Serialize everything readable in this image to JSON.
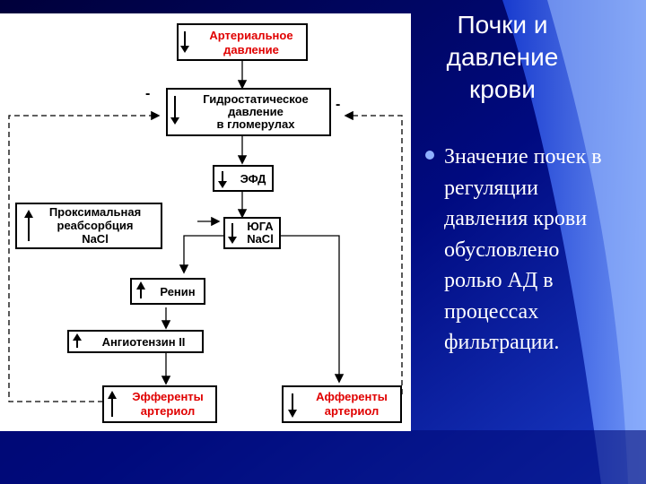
{
  "slide": {
    "title_lines": [
      "Почки и",
      "давление",
      "крови"
    ],
    "bullet_lines": [
      "Значение почек в",
      "регуляции",
      "давления крови",
      "обусловлено",
      "ролью АД в",
      "процессах",
      "фильтрации."
    ]
  },
  "diagram": {
    "nodes": {
      "arterial_pressure": {
        "direction": "down",
        "lines": [
          "Артериальное",
          "давление"
        ],
        "color": "red"
      },
      "hydrostatic_pressure": {
        "direction": "down",
        "lines": [
          "Гидростатическое",
          "давление",
          "в гломерулах"
        ],
        "color": "black"
      },
      "efd": {
        "direction": "down",
        "lines": [
          "ЭФД"
        ],
        "color": "black"
      },
      "proximal_reabsorption": {
        "direction": "up",
        "lines": [
          "Проксимальная",
          "реабсорбция",
          "NaCl"
        ],
        "color": "black"
      },
      "yuga": {
        "direction": "down",
        "lines": [
          "ЮГА",
          "NaCl"
        ],
        "color": "black"
      },
      "renin": {
        "direction": "up",
        "lines": [
          "Ренин"
        ],
        "color": "black"
      },
      "angiotensin": {
        "direction": "up",
        "lines": [
          "Ангиотензин II"
        ],
        "color": "black"
      },
      "efferent": {
        "direction": "up",
        "lines": [
          "Эфференты",
          "артериол"
        ],
        "color": "red"
      },
      "afferent": {
        "direction": "down",
        "lines": [
          "Афференты",
          "артериол"
        ],
        "color": "red"
      }
    },
    "feedback_signs": {
      "left": "-",
      "right": "-"
    }
  },
  "colors": {
    "background_dark": "#000066",
    "background_light": "#3a66ff",
    "text_red": "#e00000"
  }
}
